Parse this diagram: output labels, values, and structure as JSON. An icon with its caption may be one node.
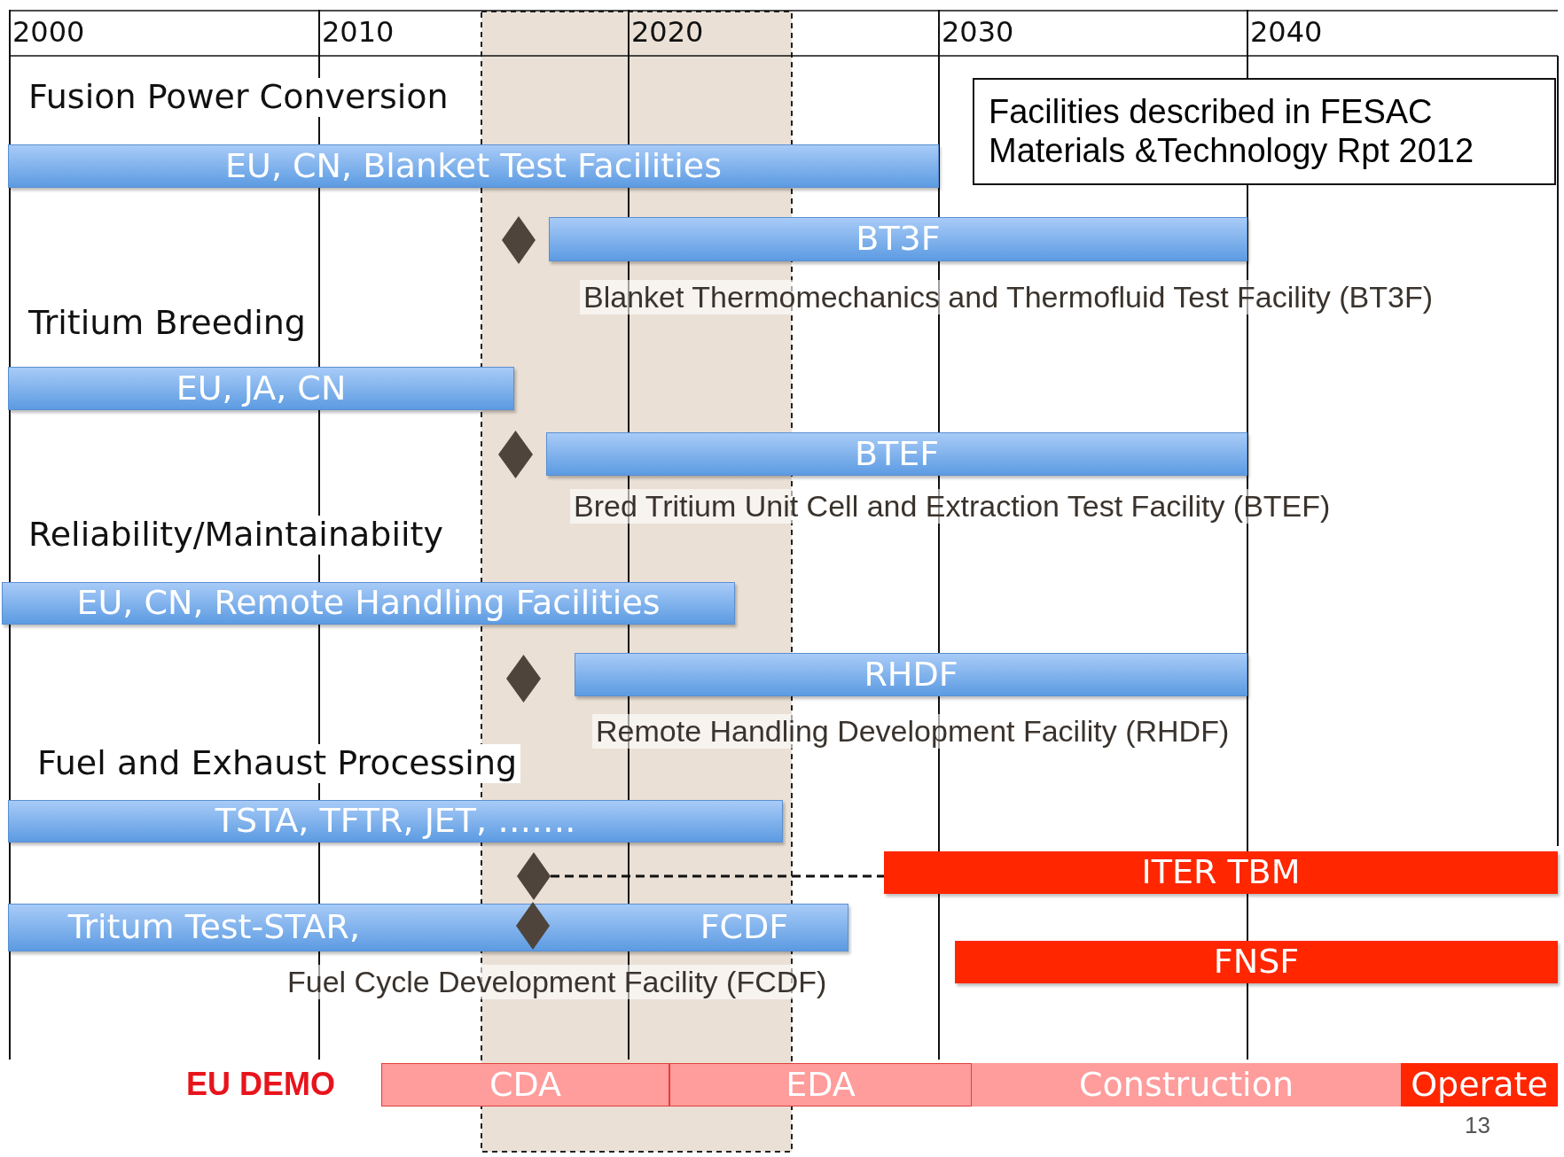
{
  "diagram": {
    "nodes": [
      {
        "text": [
          "Facilities described in FESAC Materials &Technology Rpt 2012"
        ]
      },
      {
        "text": [
          "EU, CN, Blanket Test Facilities"
        ]
      },
      {
        "text": [],
        "shape": "diamond"
      },
      {
        "text": [
          "BT3F"
        ],
        "beside": [
          "Blanket Thermomechanics and Thermofluid Test Facility (BT3F)"
        ]
      },
      {
        "text": [
          "EU, JA, CN"
        ]
      },
      {
        "text": [],
        "shape": "diamond"
      },
      {
        "text": [
          "BTEF"
        ],
        "beside": [
          "Bred Tritium Unit Cell and Extraction Test Facility (BTEF)"
        ]
      },
      {
        "text": [
          "EU, CN, Remote Handling Facilities"
        ]
      },
      {
        "text": [],
        "shape": "diamond"
      },
      {
        "text": [
          "RHDF"
        ],
        "beside": [
          "Remote Handling Development Facility (RHDF)"
        ]
      },
      {
        "text": [
          "TSTA, TFTR, JET, ……."
        ]
      },
      {
        "text": [],
        "shape": "diamond"
      },
      {
        "text": [
          "ITER TBM"
        ]
      },
      {
        "text": [],
        "shape": "diamond",
        "in": 14
      },
      {
        "text": [
          "Tritum Test-STAR,",
          "FCDF"
        ],
        "beside": [
          "Fuel Cycle Development Facility (FCDF)"
        ]
      },
      {
        "text": [
          "FNSF"
        ]
      },
      {
        "text": [
          "CDA"
        ]
      },
      {
        "text": [
          "EDA"
        ]
      },
      {
        "text": [
          "Construction"
        ]
      },
      {
        "text": [
          "Operate"
        ]
      }
    ],
    "edges": [
      {
        "from": 11,
        "to": 12,
        "arrow": "none",
        "style": "dashed"
      }
    ],
    "labels": [
      "2000",
      "2010",
      "2020",
      "2030",
      "2040",
      "Fusion Power Conversion",
      "Tritium Breeding",
      "Reliability/Maintainabiity",
      "Fuel and Exhaust Processing",
      "EU DEMO",
      "13"
    ]
  }
}
